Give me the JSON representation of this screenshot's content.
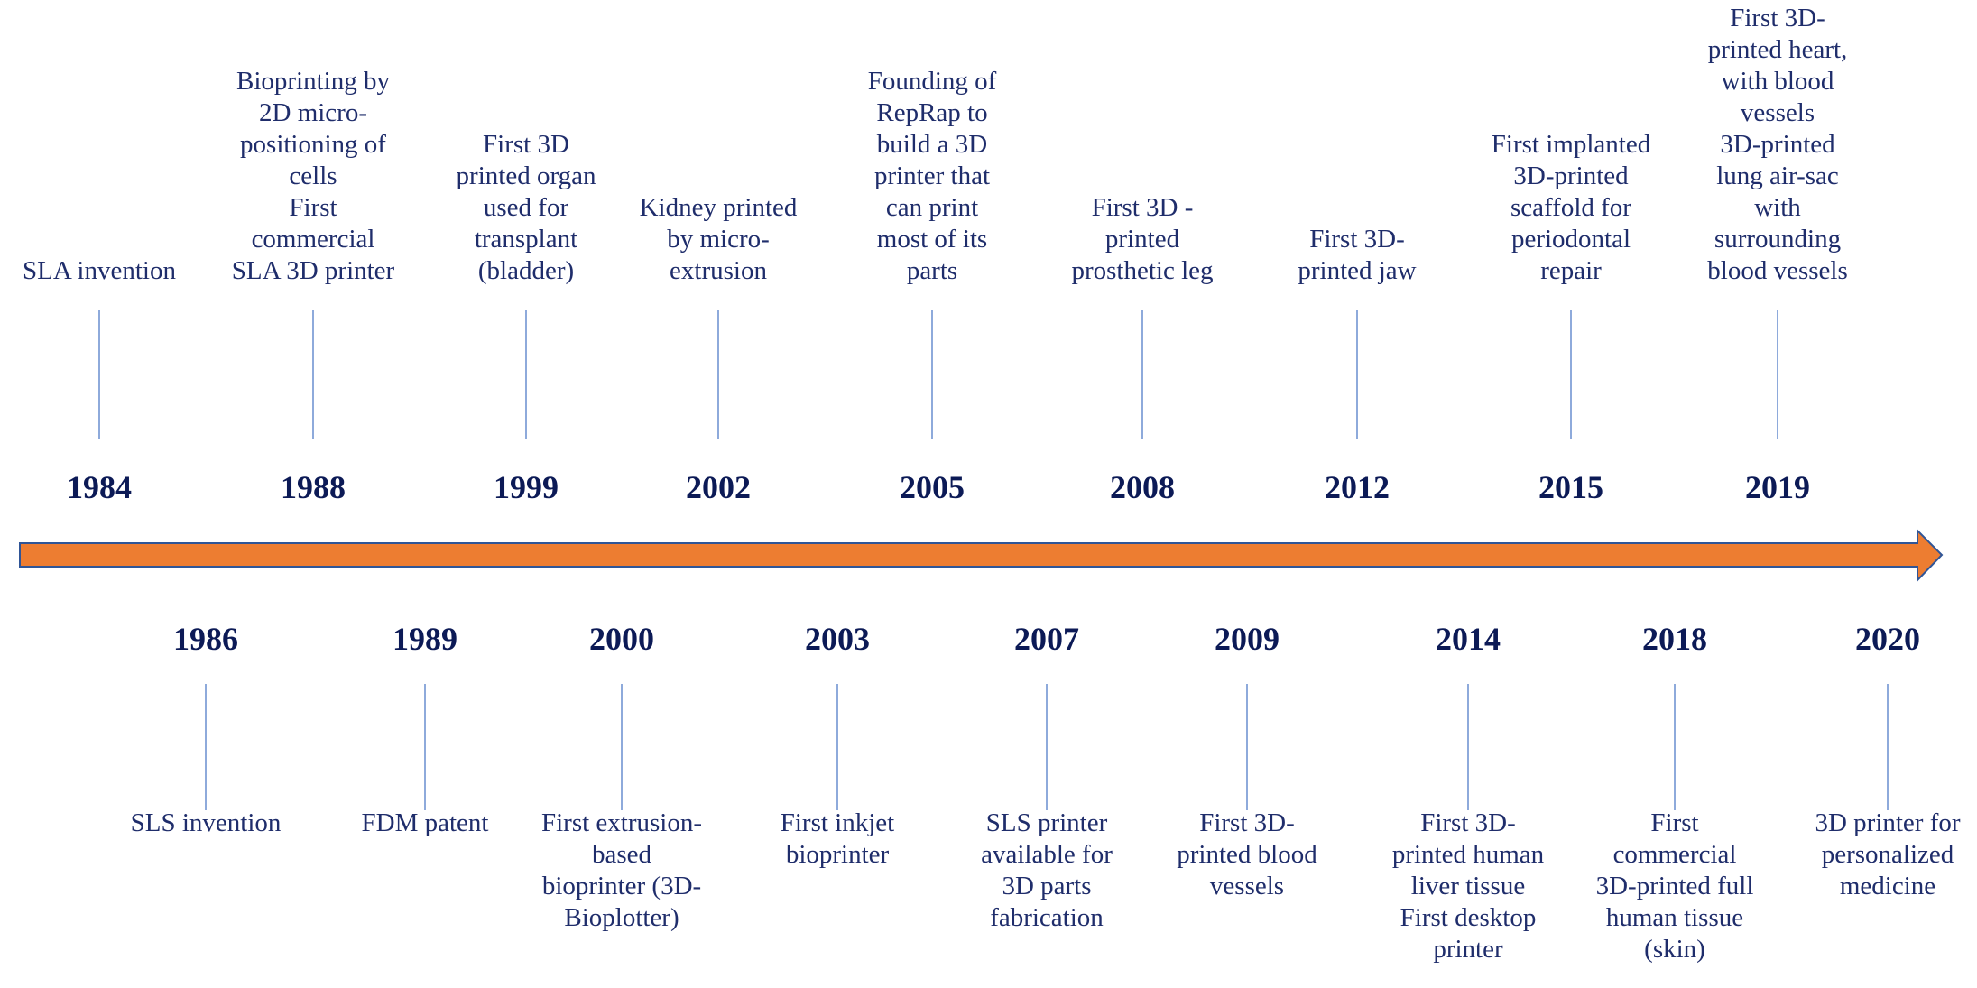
{
  "colors": {
    "arrow_fill": "#ED7D31",
    "arrow_stroke": "#2F5597",
    "tick": "#8EAADB",
    "text": "#1F2D6B",
    "year": "#0C1A56"
  },
  "top_events": [
    {
      "year": "1984",
      "text": "SLA invention"
    },
    {
      "year": "1988",
      "text": "Bioprinting by\n2D micro-\npositioning of\ncells\nFirst\ncommercial\nSLA 3D printer"
    },
    {
      "year": "1999",
      "text": "First 3D\nprinted organ\nused for\ntransplant\n(bladder)"
    },
    {
      "year": "2002",
      "text": "Kidney printed\nby micro-\nextrusion"
    },
    {
      "year": "2005",
      "text": "Founding of\nRepRap to\nbuild a 3D\nprinter that\ncan print\nmost of its\nparts"
    },
    {
      "year": "2008",
      "text": "First 3D -\nprinted\nprosthetic leg"
    },
    {
      "year": "2012",
      "text": "First 3D-\nprinted jaw"
    },
    {
      "year": "2015",
      "text": "First implanted\n3D-printed\nscaffold for\nperiodontal\nrepair"
    },
    {
      "year": "2019",
      "text": "First 3D-\nprinted heart,\nwith blood\nvessels\n3D-printed\nlung air-sac\nwith\nsurrounding\nblood vessels"
    }
  ],
  "bottom_events": [
    {
      "year": "1986",
      "text": "SLS invention"
    },
    {
      "year": "1989",
      "text": "FDM patent"
    },
    {
      "year": "2000",
      "text": "First extrusion-\nbased\nbioprinter (3D-\nBioplotter)"
    },
    {
      "year": "2003",
      "text": "First inkjet\nbioprinter"
    },
    {
      "year": "2007",
      "text": "SLS printer\navailable for\n3D parts\nfabrication"
    },
    {
      "year": "2009",
      "text": "First 3D-\nprinted blood\nvessels"
    },
    {
      "year": "2014",
      "text": "First 3D-\nprinted human\nliver tissue\nFirst desktop\nprinter"
    },
    {
      "year": "2018",
      "text": "First\ncommercial\n3D-printed full\nhuman tissue\n(skin)"
    },
    {
      "year": "2020",
      "text": "3D printer for\npersonalized\nmedicine"
    }
  ]
}
